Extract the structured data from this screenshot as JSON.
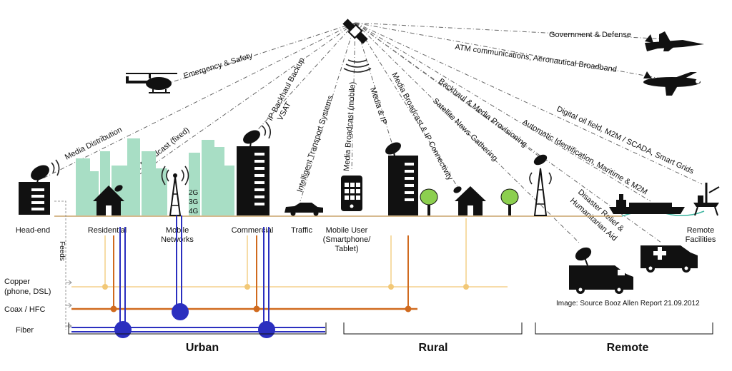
{
  "links": [
    {
      "label": "Government & Defense"
    },
    {
      "label": "ATM communications, Aeronautical Broadband"
    },
    {
      "label": "Emergency & Safety"
    },
    {
      "label": "Media Distribution"
    },
    {
      "label": "Media Broadcast (fixed)"
    },
    {
      "label": "IP Backhaul Backup"
    },
    {
      "label": "VSAT"
    },
    {
      "label": "Intelligent Transport Systems"
    },
    {
      "label": "Media Broadcast (mobile)"
    },
    {
      "label": "Media & IP"
    },
    {
      "label": "Media Broadcast & IP Connectivity"
    },
    {
      "label": "Satellite News Gathering"
    },
    {
      "label": "Backhaul & Media Provisioning"
    },
    {
      "label": "Automatic Identification, Maritime & M2M"
    },
    {
      "label": "Digital oil field, M2M / SCADA, Smart Grids"
    },
    {
      "label": "Disaster Relief &"
    },
    {
      "label": "Humanitarian Aid"
    }
  ],
  "nodes": {
    "head_end": "Head-end",
    "residential": "Residential",
    "mobile_networks_1": "Mobile",
    "mobile_networks_2": "Networks",
    "mobile_gens": [
      "2G",
      "3G",
      "4G"
    ],
    "commercial": "Commercial",
    "traffic": "Traffic",
    "mobile_user_1": "Mobile User",
    "mobile_user_2": "(Smartphone/",
    "mobile_user_3": "Tablet)",
    "remote_facilities_1": "Remote",
    "remote_facilities_2": "Facilities"
  },
  "network_legend": {
    "feeds": "Feeds",
    "copper_1": "Copper",
    "copper_2": "(phone, DSL)",
    "coax": "Coax / HFC",
    "fiber": "Fiber"
  },
  "regions": {
    "urban": "Urban",
    "rural": "Rural",
    "remote": "Remote"
  },
  "source_note": "Image: Source Booz Allen Report 21.09.2012",
  "colors": {
    "copper": "#f2c876",
    "coax": "#d06a1e",
    "fiber": "#2b2fbf",
    "skyline": "#a8dec5",
    "ground": "#c9a36a",
    "tree": "#8ccf4f",
    "ink": "#111111"
  }
}
